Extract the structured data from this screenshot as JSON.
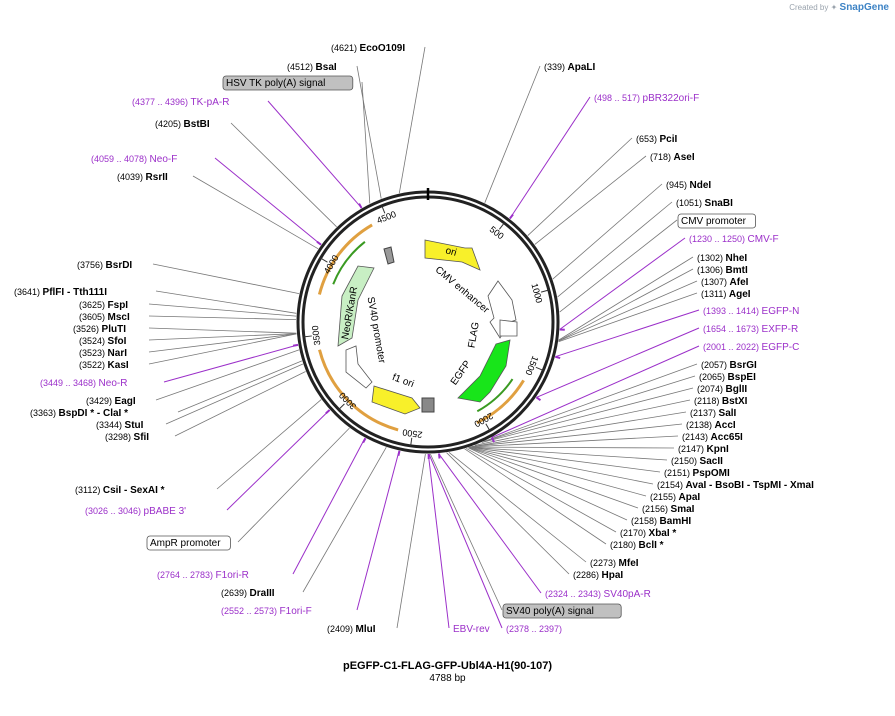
{
  "credit": {
    "created_by": "Created by",
    "brand": "SnapGene"
  },
  "title": "pEGFP-C1-FLAG-GFP-Ubl4A-H1(90-107)",
  "length_label": "4788 bp",
  "total_bp": 4788,
  "ticks": [
    "500",
    "1000",
    "1500",
    "2000",
    "2500",
    "3000",
    "3500",
    "4000",
    "4500"
  ],
  "features": [
    {
      "name": "ori",
      "color": "#f8f02a"
    },
    {
      "name": "CMV enhancer",
      "color": "#ffffff"
    },
    {
      "name": "FLAG",
      "color": "#ffffff"
    },
    {
      "name": "EGFP",
      "color": "#18e51a"
    },
    {
      "name": "NeoR/KanR",
      "color": "#c8efc4"
    },
    {
      "name": "SV40 promoter",
      "color": "#ffffff"
    },
    {
      "name": "f1 ori",
      "color": "#f8f02a"
    }
  ],
  "labels": [
    {
      "type": "enzyme",
      "pos": "(4621)",
      "name": "EcoO109I"
    },
    {
      "type": "enzyme",
      "pos": "(4512)",
      "name": "BsaI"
    },
    {
      "type": "boxed",
      "name": "HSV TK poly(A) signal",
      "color": "#c0c0c0"
    },
    {
      "type": "primer",
      "range": "(4377 .. 4396)",
      "name": "TK-pA-R"
    },
    {
      "type": "enzyme",
      "pos": "(4205)",
      "name": "BstBI"
    },
    {
      "type": "primer",
      "range": "(4059 .. 4078)",
      "name": "Neo-F"
    },
    {
      "type": "enzyme",
      "pos": "(4039)",
      "name": "RsrII"
    },
    {
      "type": "enzyme",
      "pos": "(3756)",
      "name": "BsrDI"
    },
    {
      "type": "enzyme",
      "pos": "(3641)",
      "name": "PflFI  - Tth111I"
    },
    {
      "type": "enzyme",
      "pos": "(3625)",
      "name": "FspI"
    },
    {
      "type": "enzyme",
      "pos": "(3605)",
      "name": "MscI"
    },
    {
      "type": "enzyme",
      "pos": "(3526)",
      "name": "PluTI"
    },
    {
      "type": "enzyme",
      "pos": "(3524)",
      "name": "SfoI"
    },
    {
      "type": "enzyme",
      "pos": "(3523)",
      "name": "NarI"
    },
    {
      "type": "enzyme",
      "pos": "(3522)",
      "name": "KasI"
    },
    {
      "type": "primer",
      "range": "(3449 .. 3468)",
      "name": "Neo-R"
    },
    {
      "type": "enzyme",
      "pos": "(3429)",
      "name": "EagI"
    },
    {
      "type": "enzyme",
      "pos": "(3363)",
      "name": "BspDI *  - ClaI *"
    },
    {
      "type": "enzyme",
      "pos": "(3344)",
      "name": "StuI"
    },
    {
      "type": "enzyme",
      "pos": "(3298)",
      "name": "SfiI"
    },
    {
      "type": "enzyme",
      "pos": "(3112)",
      "name": "CsiI   - SexAI *"
    },
    {
      "type": "primer",
      "range": "(3026 .. 3046)",
      "name": "pBABE 3'"
    },
    {
      "type": "boxed",
      "name": "AmpR promoter",
      "color": "#ffffff"
    },
    {
      "type": "primer",
      "range": "(2764 .. 2783)",
      "name": "F1ori-R"
    },
    {
      "type": "enzyme",
      "pos": "(2639)",
      "name": "DraIII"
    },
    {
      "type": "primer",
      "range": "(2552 .. 2573)",
      "name": "F1ori-F"
    },
    {
      "type": "enzyme",
      "pos": "(2409)",
      "name": "MluI"
    },
    {
      "type": "primer",
      "range": "",
      "name": "EBV-rev"
    },
    {
      "type": "primer",
      "range": "(2378 .. 2397)",
      "name": ""
    },
    {
      "type": "boxed",
      "name": "SV40 poly(A) signal",
      "color": "#c0c0c0"
    },
    {
      "type": "primer",
      "range": "(2324 .. 2343)",
      "name": "SV40pA-R"
    },
    {
      "type": "enzyme",
      "pos": "(2286)",
      "name": "HpaI"
    },
    {
      "type": "enzyme",
      "pos": "(2273)",
      "name": "MfeI"
    },
    {
      "type": "enzyme",
      "pos": "(2180)",
      "name": "BclI *"
    },
    {
      "type": "enzyme",
      "pos": "(2170)",
      "name": "XbaI *"
    },
    {
      "type": "enzyme",
      "pos": "(2158)",
      "name": "BamHI"
    },
    {
      "type": "enzyme",
      "pos": "(2156)",
      "name": "SmaI"
    },
    {
      "type": "enzyme",
      "pos": "(2155)",
      "name": "ApaI"
    },
    {
      "type": "enzyme",
      "pos": "(2154)",
      "name": "AvaI  - BsoBI  - TspMI  - XmaI"
    },
    {
      "type": "enzyme",
      "pos": "(2151)",
      "name": "PspOMI"
    },
    {
      "type": "enzyme",
      "pos": "(2150)",
      "name": "SacII"
    },
    {
      "type": "enzyme",
      "pos": "(2147)",
      "name": "KpnI"
    },
    {
      "type": "enzyme",
      "pos": "(2143)",
      "name": "Acc65I"
    },
    {
      "type": "enzyme",
      "pos": "(2138)",
      "name": "AccI"
    },
    {
      "type": "enzyme",
      "pos": "(2137)",
      "name": "SalI"
    },
    {
      "type": "enzyme",
      "pos": "(2118)",
      "name": "BstXI"
    },
    {
      "type": "enzyme",
      "pos": "(2074)",
      "name": "BglII"
    },
    {
      "type": "enzyme",
      "pos": "(2065)",
      "name": "BspEI"
    },
    {
      "type": "enzyme",
      "pos": "(2057)",
      "name": "BsrGI"
    },
    {
      "type": "primer",
      "range": "(2001 .. 2022)",
      "name": "EGFP-C"
    },
    {
      "type": "primer",
      "range": "(1654 .. 1673)",
      "name": "EXFP-R"
    },
    {
      "type": "primer",
      "range": "(1393 .. 1414)",
      "name": "EGFP-N"
    },
    {
      "type": "enzyme",
      "pos": "(1311)",
      "name": "AgeI"
    },
    {
      "type": "enzyme",
      "pos": "(1307)",
      "name": "AfeI"
    },
    {
      "type": "enzyme",
      "pos": "(1306)",
      "name": "BmtI"
    },
    {
      "type": "enzyme",
      "pos": "(1302)",
      "name": "NheI"
    },
    {
      "type": "primer",
      "range": "(1230 .. 1250)",
      "name": "CMV-F"
    },
    {
      "type": "boxed",
      "name": "CMV promoter",
      "color": "#ffffff"
    },
    {
      "type": "enzyme",
      "pos": "(1051)",
      "name": "SnaBI"
    },
    {
      "type": "enzyme",
      "pos": "(945)",
      "name": "NdeI"
    },
    {
      "type": "enzyme",
      "pos": "(718)",
      "name": "AseI"
    },
    {
      "type": "enzyme",
      "pos": "(653)",
      "name": "PciI"
    },
    {
      "type": "primer",
      "range": "(498 .. 517)",
      "name": "pBR322ori-F"
    },
    {
      "type": "enzyme",
      "pos": "(339)",
      "name": "ApaLI"
    }
  ]
}
